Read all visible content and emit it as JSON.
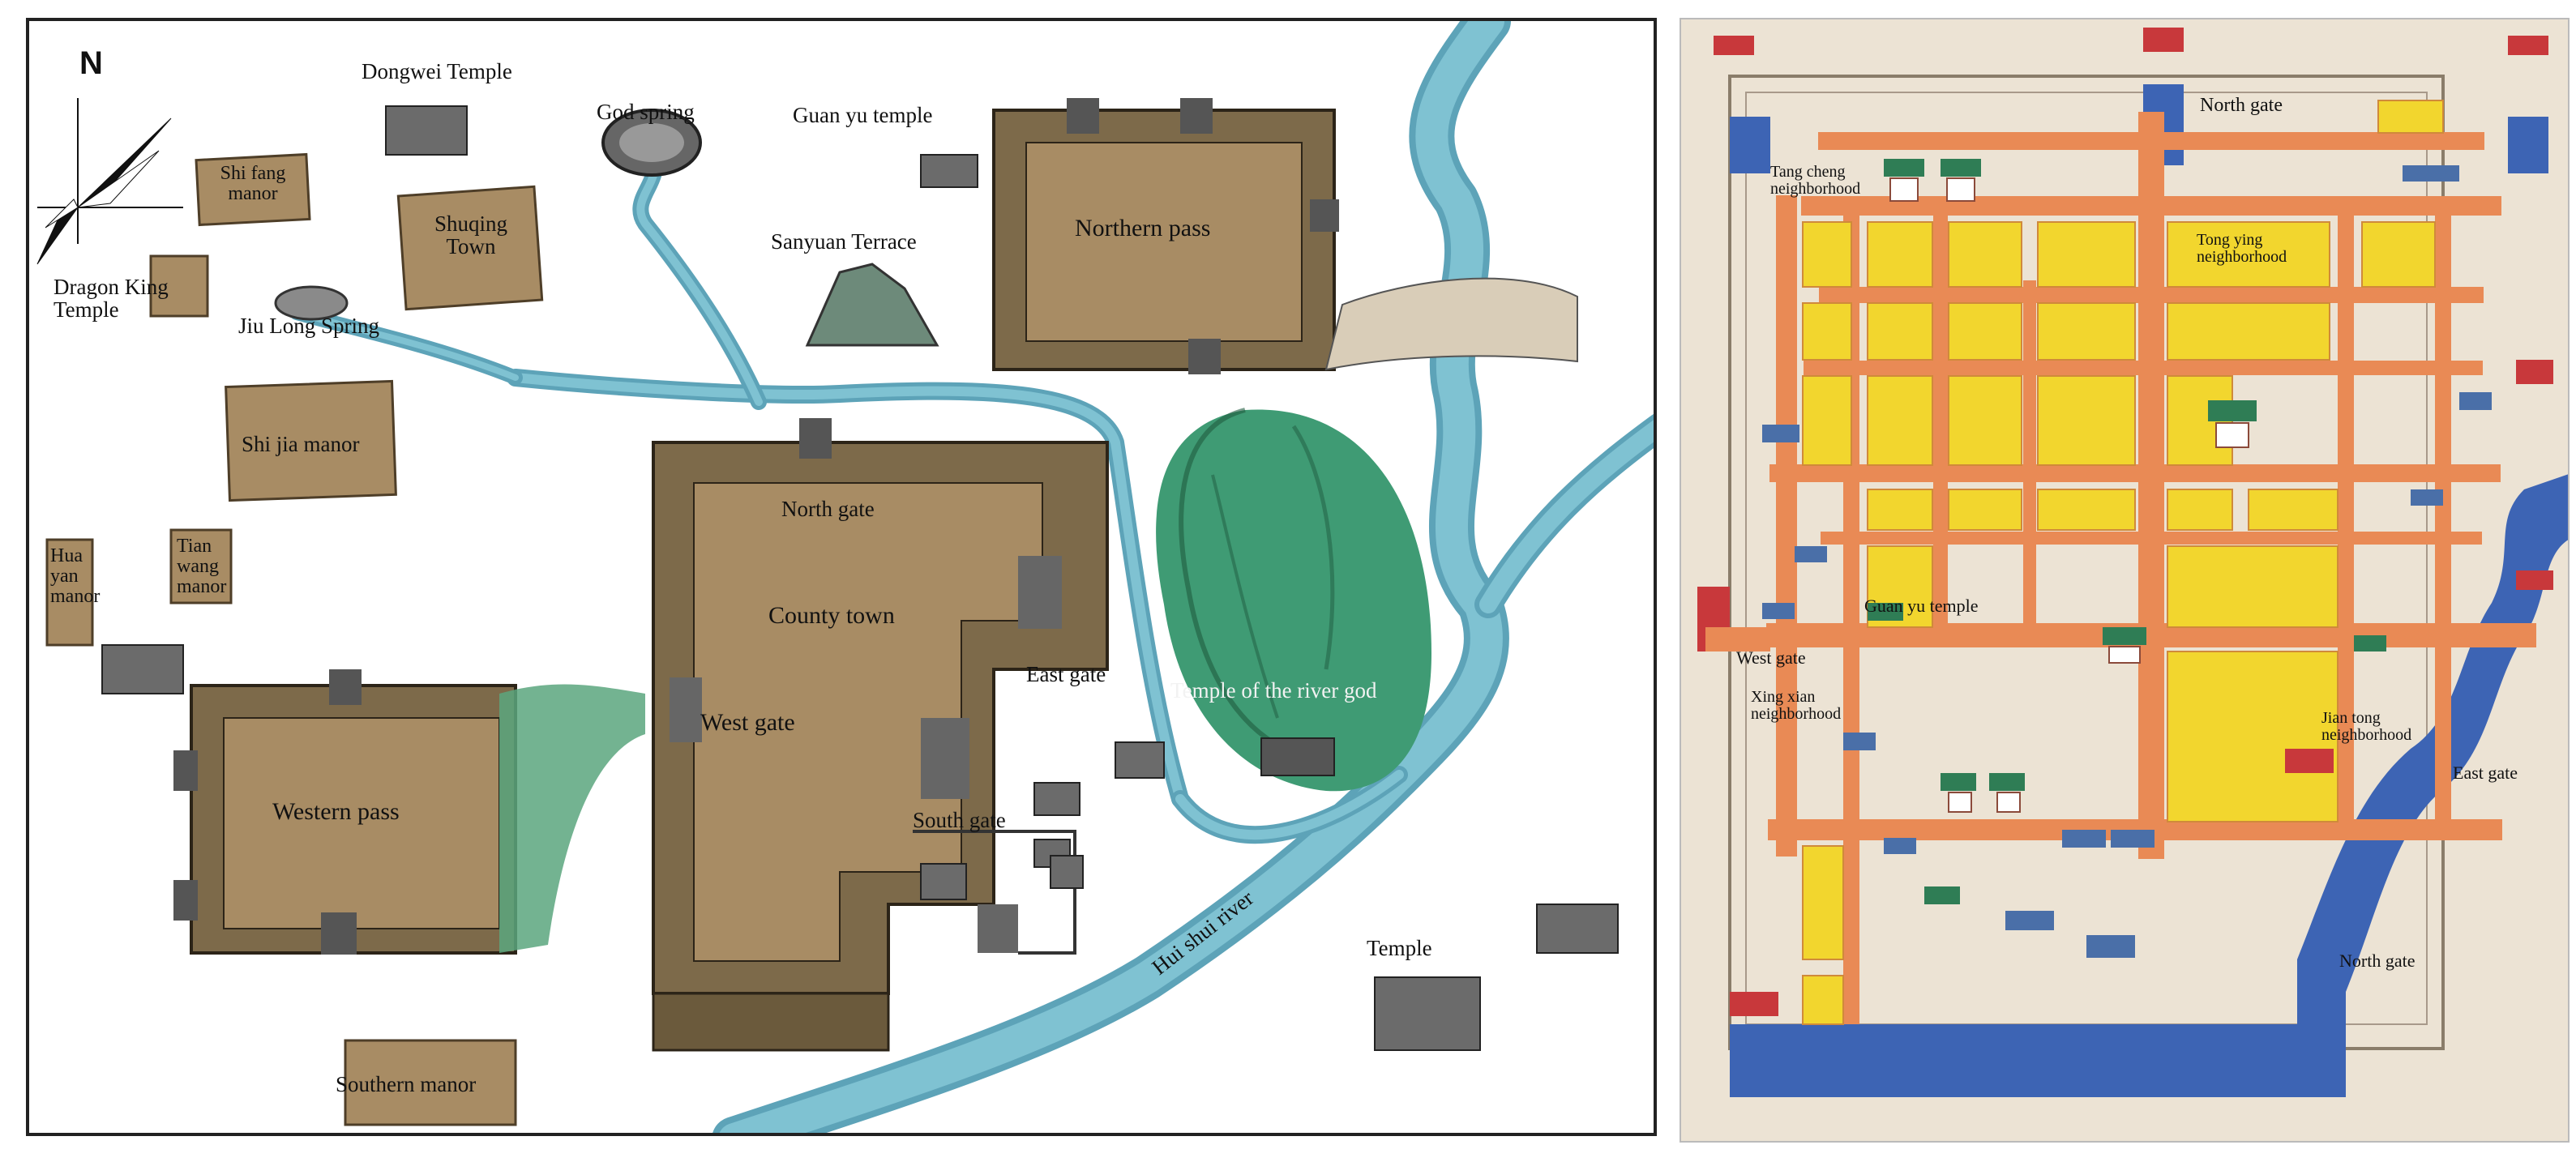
{
  "left_map": {
    "north": "N",
    "labels": {
      "dongwei": "Dongwei Temple",
      "god_spring": "God spring",
      "guan_yu": "Guan yu temple",
      "shi_fang": "Shi fang manor",
      "shuqing": "Shuqing Town",
      "sanyuan": "Sanyuan Terrace",
      "northern_pass": "Northern pass",
      "dragon_king": "Dragon King Temple",
      "jiu_long": "Jiu Long Spring",
      "shi_jia": "Shi jia manor",
      "north_gate": "North gate",
      "hua_yan": "Hua yan manor",
      "tian_wang": "Tian wang manor",
      "county_town": "County town",
      "east_gate": "East gate",
      "river_god": "Temple of the river god",
      "west_gate": "West gate",
      "western_pass": "Western pass",
      "south_gate": "South gate",
      "hui_shui": "Hui shui river",
      "temple": "Temple",
      "southern_manor": "Southern manor"
    }
  },
  "right_map": {
    "labels": {
      "north_gate_top": "North gate",
      "tang_cheng": "Tang cheng neighborhood",
      "tong_ying": "Tong ying neighborhood",
      "guan_yu": "Guan yu temple",
      "west_gate": "West gate",
      "xing_xian": "Xing xian neighborhood",
      "jian_tong": "Jian tong neighborhood",
      "east_gate": "East gate",
      "north_gate_bottom": "North gate"
    }
  },
  "colors": {
    "land": "#a88c64",
    "wall": "#7d6a4a",
    "river": "#7ab8c8",
    "hill": "#3f9b74",
    "road": "#e98a55",
    "block": "#f2d62e",
    "moat": "#3d64b4",
    "roof_green": "#2f7d55",
    "roof_blue": "#4a6fa8",
    "gate_red": "#c8383b"
  }
}
